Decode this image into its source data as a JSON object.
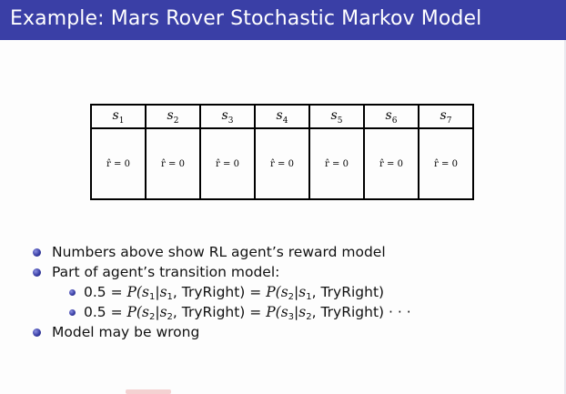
{
  "title": "Example: Mars Rover Stochastic Markov Model",
  "states": [
    {
      "name": "s",
      "index": "1"
    },
    {
      "name": "s",
      "index": "2"
    },
    {
      "name": "s",
      "index": "3"
    },
    {
      "name": "s",
      "index": "4"
    },
    {
      "name": "s",
      "index": "5"
    },
    {
      "name": "s",
      "index": "6"
    },
    {
      "name": "s",
      "index": "7"
    }
  ],
  "rewards": [
    "r̂ = 0",
    "r̂ = 0",
    "r̂ = 0",
    "r̂ = 0",
    "r̂ = 0",
    "r̂ = 0",
    "r̂ = 0"
  ],
  "bullets": {
    "b1": "Numbers above show RL agent’s reward model",
    "b2": "Part of agent’s transition model:",
    "b2_sub1": {
      "lead": "0.5 = ",
      "p1": "P(",
      "s_a": "s",
      "s_a_i": "1",
      "bar1": "|",
      "s_b": "s",
      "s_b_i": "1",
      "act1": ", TryRight) = ",
      "p2": "P(",
      "s_c": "s",
      "s_c_i": "2",
      "bar2": "|",
      "s_d": "s",
      "s_d_i": "1",
      "act2": ", TryRight)"
    },
    "b2_sub2": {
      "lead": "0.5 = ",
      "p1": "P(",
      "s_a": "s",
      "s_a_i": "2",
      "bar1": "|",
      "s_b": "s",
      "s_b_i": "2",
      "act1": ", TryRight) = ",
      "p2": "P(",
      "s_c": "s",
      "s_c_i": "3",
      "bar2": "|",
      "s_d": "s",
      "s_d_i": "2",
      "act2": ", TryRight) · · ·"
    },
    "b3": "Model may be wrong"
  }
}
